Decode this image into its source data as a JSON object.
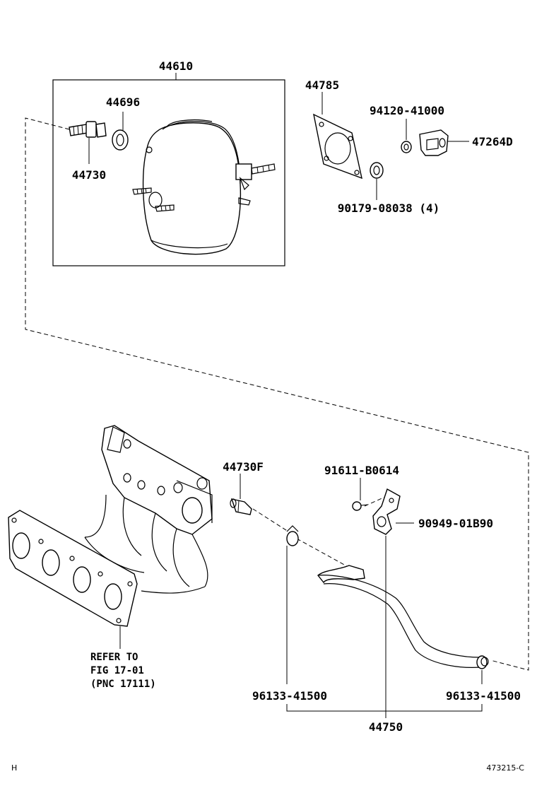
{
  "labels": {
    "booster_assy": "44610",
    "check_valve_grommet": "44696",
    "union": "44730",
    "gasket": "44785",
    "nut_94120": "94120-41000",
    "clamp_47264d": "47264D",
    "nut_90179": "90179-08038 (4)",
    "union_f": "44730F",
    "bolt_91611": "91611-B0614",
    "clamp_90949": "90949-01B90",
    "hose_clip_left": "96133-41500",
    "hose_clip_right": "96133-41500",
    "hose": "44750"
  },
  "note": {
    "line1": "REFER TO",
    "line2": "FIG 17-01",
    "line3": "(PNC 17111)"
  },
  "footer": {
    "left": "H",
    "right": "473215-C"
  }
}
